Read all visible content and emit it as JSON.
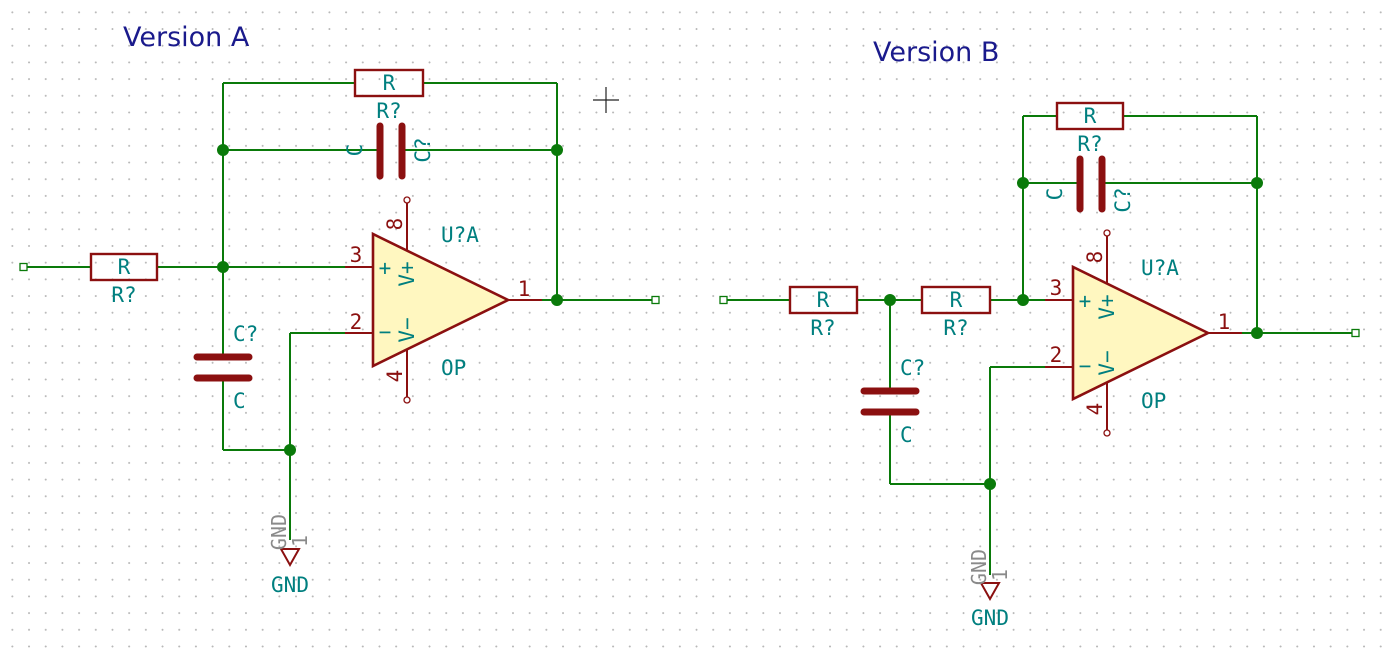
{
  "schematic": {
    "version_a": {
      "title": "Version A",
      "opamp": {
        "ref": "U?A",
        "value": "OP",
        "pin_noninv": "3",
        "pin_inv": "2",
        "pin_out": "1",
        "pin_vplus": "8",
        "pin_vminus": "4",
        "label_plus": "+",
        "label_minus": "−",
        "label_vplus": "V+",
        "label_vminus": "V−"
      },
      "r_input": {
        "value": "R",
        "ref": "R?"
      },
      "r_feedback": {
        "value": "R",
        "ref": "R?"
      },
      "c_feedback": {
        "value": "C",
        "ref": "C?"
      },
      "c_shunt": {
        "value": "C",
        "ref": "C?"
      },
      "gnd": {
        "power_ref": "GND",
        "pin": "1",
        "value": "GND"
      }
    },
    "version_b": {
      "title": "Version B",
      "opamp": {
        "ref": "U?A",
        "value": "OP",
        "pin_noninv": "3",
        "pin_inv": "2",
        "pin_out": "1",
        "pin_vplus": "8",
        "pin_vminus": "4",
        "label_plus": "+",
        "label_minus": "−",
        "label_vplus": "V+",
        "label_vminus": "V−"
      },
      "r_input1": {
        "value": "R",
        "ref": "R?"
      },
      "r_input2": {
        "value": "R",
        "ref": "R?"
      },
      "r_feedback": {
        "value": "R",
        "ref": "R?"
      },
      "c_feedback": {
        "value": "C",
        "ref": "C?"
      },
      "c_shunt": {
        "value": "C",
        "ref": "C?"
      },
      "gnd": {
        "power_ref": "GND",
        "pin": "1",
        "value": "GND"
      }
    }
  },
  "colors": {
    "wire": "#0a7a0a",
    "component": "#8b1010",
    "opamp_fill": "#fff7c0",
    "label": "#007f7f",
    "title": "#1a1a8c",
    "grid_dot": "#b8b8b8"
  },
  "cursor_icon": "crosshair-icon"
}
